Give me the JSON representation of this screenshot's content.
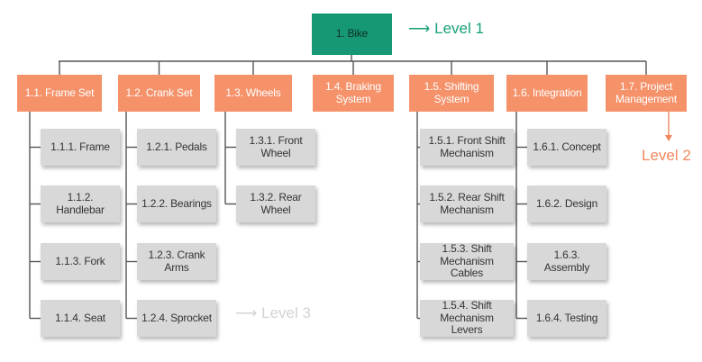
{
  "root": "1. Bike",
  "level_labels": {
    "level1": "Level 1",
    "level2": "Level 2",
    "level3": "Level 3"
  },
  "colors": {
    "root": "#159873",
    "level2": "#f5926a",
    "level3": "#d8d8d8",
    "connector": "#555555"
  },
  "branches": [
    {
      "label": "1.1. Frame Set",
      "children": [
        "1.1.1. Frame",
        "1.1.2. Handlebar",
        "1.1.3. Fork",
        "1.1.4. Seat"
      ]
    },
    {
      "label": "1.2. Crank Set",
      "children": [
        "1.2.1. Pedals",
        "1.2.2. Bearings",
        "1.2.3. Crank Arms",
        "1.2.4. Sprocket"
      ]
    },
    {
      "label": "1.3. Wheels",
      "children": [
        "1.3.1. Front Wheel",
        "1.3.2. Rear Wheel"
      ]
    },
    {
      "label": "1.4. Braking System",
      "children": []
    },
    {
      "label": "1.5. Shifting System",
      "children": [
        "1.5.1. Front Shift Mechanism",
        "1.5.2. Rear Shift Mechanism",
        "1.5.3. Shift Mechanism Cables",
        "1.5.4. Shift Mechanism Levers"
      ]
    },
    {
      "label": "1.6. Integration",
      "children": [
        "1.6.1. Concept",
        "1.6.2. Design",
        "1.6.3. Assembly",
        "1.6.4. Testing"
      ]
    },
    {
      "label": "1.7. Project Management",
      "children": []
    }
  ]
}
